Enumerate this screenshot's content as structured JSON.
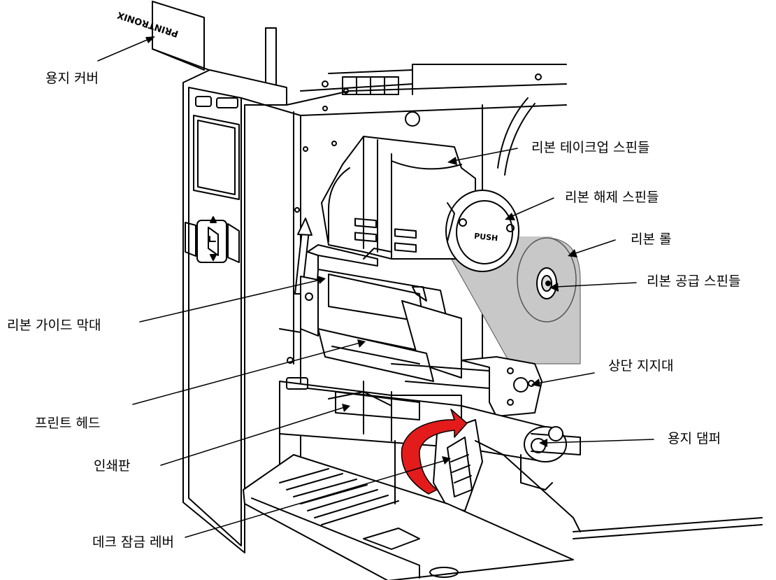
{
  "diagram": {
    "labels": {
      "paper_cover": "용지 커버",
      "ribbon_takeup_spindle": "리본 테이크업 스핀들",
      "ribbon_release_spindle": "리본 해제 스핀들",
      "ribbon_roll": "리본 롤",
      "ribbon_supply_spindle": "리본 공급 스핀들",
      "ribbon_guide_bar": "리본 가이드 막대",
      "top_support": "상단 지지대",
      "print_head": "프린트 헤드",
      "paper_damper": "용지 댐퍼",
      "platen": "인쇄판",
      "deck_lock_lever": "데크 잠금 레버"
    },
    "printed_marks": {
      "brand_mirrored": "PRINTRONIX",
      "push_button": "PUSH"
    },
    "colors": {
      "line": "#000000",
      "ribbon_gray": "#c8c8c8",
      "arrow_red": "#e31b1b"
    }
  }
}
